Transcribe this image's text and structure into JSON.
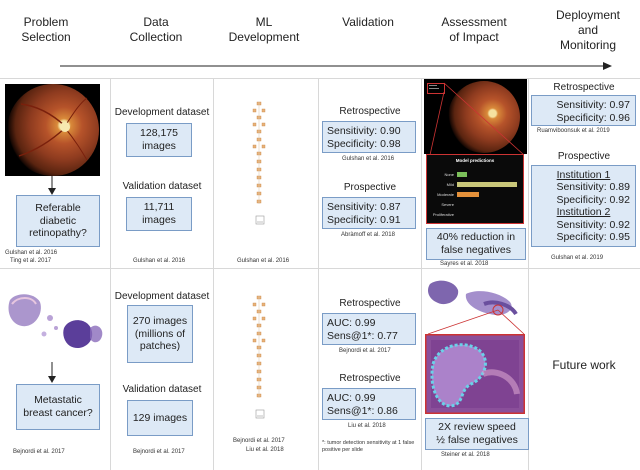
{
  "stages": [
    "Problem\nSelection",
    "Data\nCollection",
    "ML\nDevelopment",
    "Validation",
    "Assessment\nof Impact",
    "Deployment\nand\nMonitoring"
  ],
  "row1": {
    "problem": "Referable diabetic retinopathy?",
    "problem_cite1": "Gulshan et al. 2016",
    "problem_cite2": "Ting et al. 2017",
    "dev_label": "Development dataset",
    "dev_box": "128,175 images",
    "val_label": "Validation dataset",
    "val_box": "11,711 images",
    "data_cite": "Gulshan et al. 2016",
    "ml_cite": "Gulshan et al. 2016",
    "retro_label": "Retrospective",
    "retro_line1": "Sensitivity: 0.90",
    "retro_line2": "Specificity: 0.98",
    "retro_cite": "Gulshan et al. 2016",
    "pros_label": "Prospective",
    "pros_line1": "Sensitivity: 0.87",
    "pros_line2": "Specificity: 0.91",
    "pros_cite": "Abràmoff et al. 2018",
    "pred_title": "Model predictions",
    "pred_cats": [
      "None",
      "Mild",
      "Moderate",
      "Severe",
      "Proliferative"
    ],
    "impact_box": "40% reduction in false negatives",
    "impact_cite": "Sayres et al. 2018",
    "deploy_retro_label": "Retrospective",
    "deploy_retro_line1": "Sensitivity: 0.97",
    "deploy_retro_line2": "Specificity: 0.96",
    "deploy_retro_cite": "Ruamviboonsuk et al. 2019",
    "deploy_pros_label": "Prospective",
    "inst1": "Institution 1",
    "inst1_line1": "Sensitivity: 0.89",
    "inst1_line2": "Specificity: 0.92",
    "inst2": "Institution 2",
    "inst2_line1": "Sensitivity: 0.92",
    "inst2_line2": "Specificity: 0.95",
    "deploy_cite": "Gulshan et al. 2019"
  },
  "row2": {
    "problem": "Metastatic breast cancer?",
    "problem_cite": "Bejnordi et al. 2017",
    "dev_label": "Development dataset",
    "dev_box": "270 images (millions of patches)",
    "val_label": "Validation dataset",
    "val_box": "129 images",
    "data_cite": "Bejnordi et al. 2017",
    "ml_cite1": "Bejnordi et al. 2017",
    "ml_cite2": "Liu et al. 2018",
    "retro1_label": "Retrospective",
    "retro1_line1": "AUC: 0.99",
    "retro1_line2": "Sens@1*: 0.77",
    "retro1_cite": "Bejnordi et al. 2017",
    "retro2_label": "Retrospective",
    "retro2_line1": "AUC: 0.99",
    "retro2_line2": "Sens@1*: 0.86",
    "retro2_cite": "Liu et al. 2018",
    "footnote": "*: tumor detection sensitivity at 1 false positive per slide",
    "impact_line1": "2X review speed",
    "impact_line2": "½ false negatives",
    "impact_cite": "Steiner et al. 2018",
    "future": "Future work"
  }
}
